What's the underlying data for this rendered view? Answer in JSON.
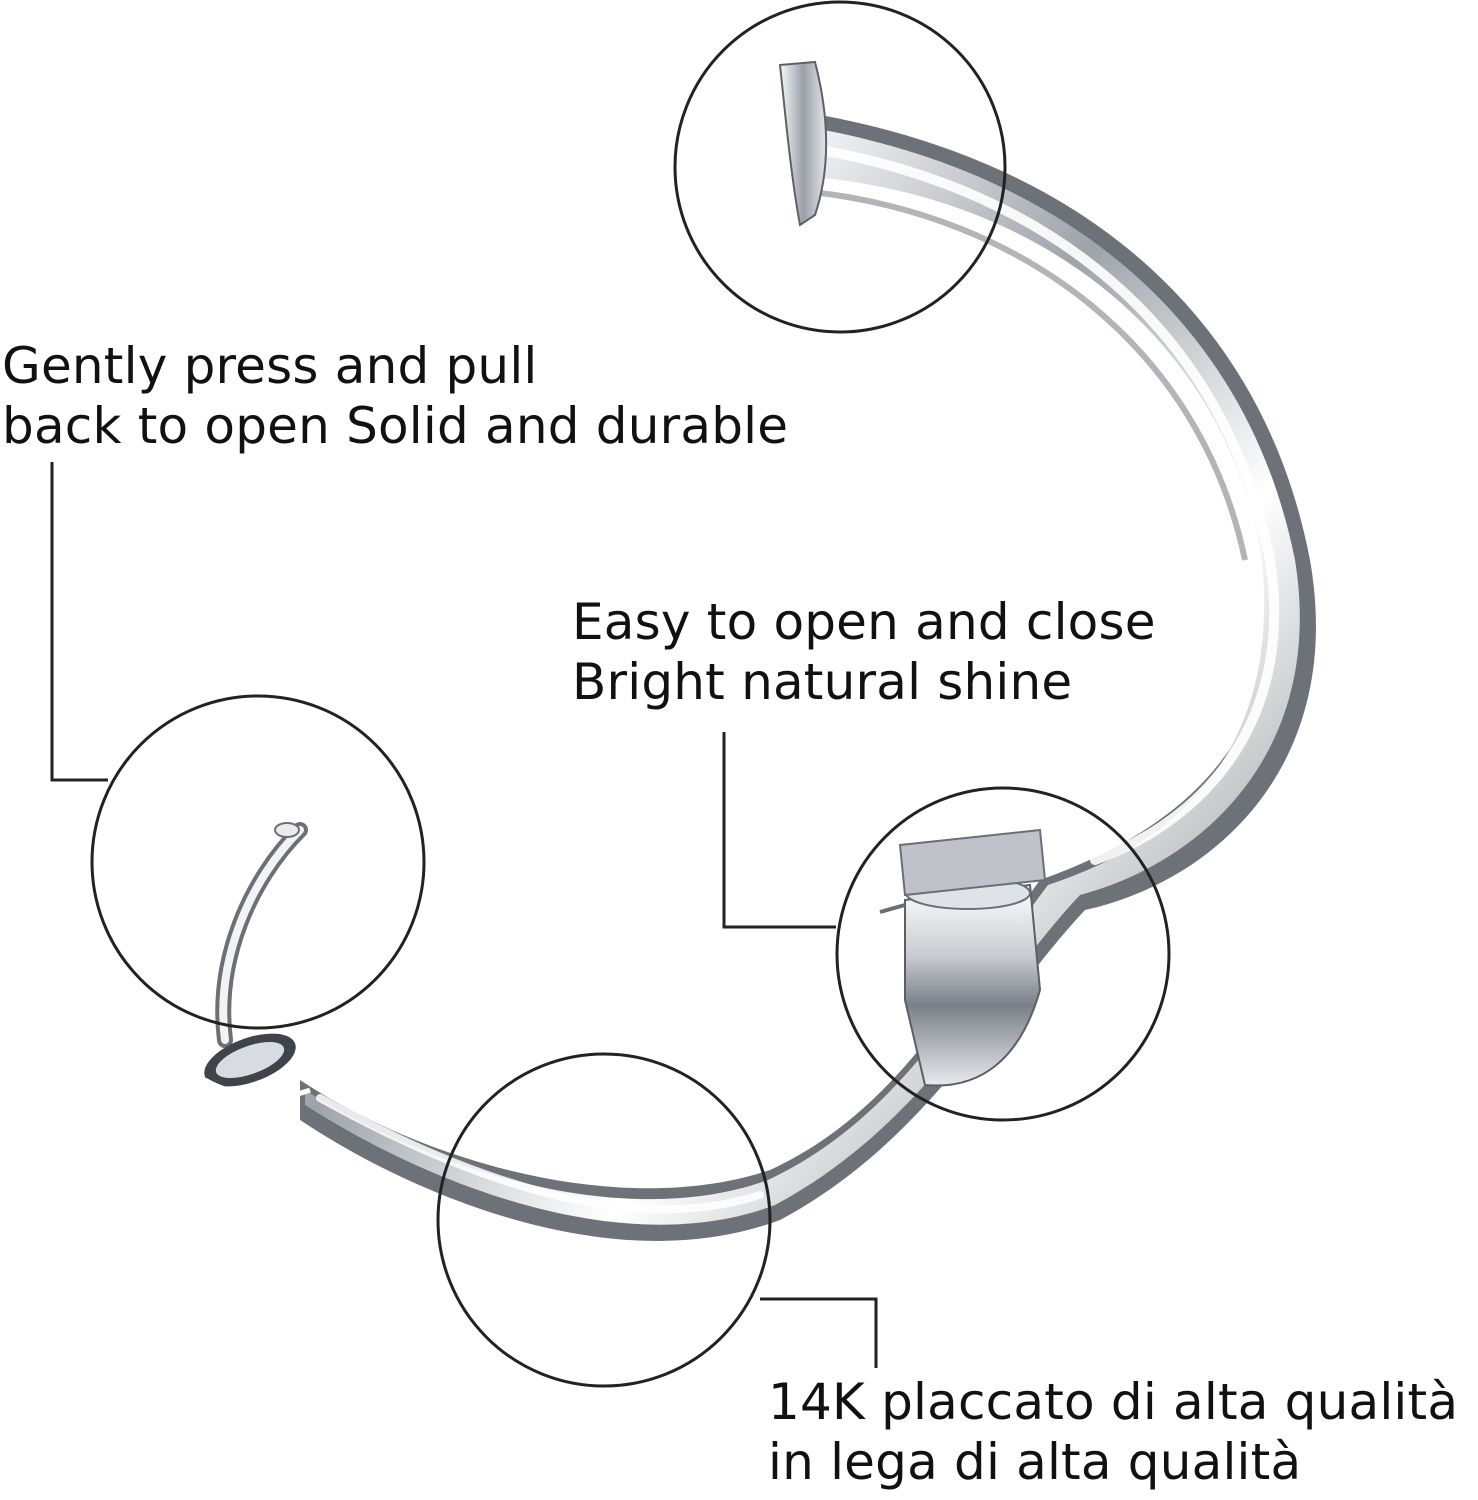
{
  "captions": {
    "open_feature": {
      "line1": "Gently press and pull",
      "line2": "back to open Solid and durable"
    },
    "shine_feature": {
      "line1": "Easy to open and close",
      "line2": "Bright natural shine"
    },
    "material_feature": {
      "line1": "14K placcato di alta qualità",
      "line2": "in lega di alta qualità"
    }
  },
  "colors": {
    "background": "#ffffff",
    "text": "#111111",
    "callout_line": "#222222",
    "metal_dark": "#5a5f66",
    "metal_mid": "#b9bdc3",
    "metal_light": "#f4f5f7"
  },
  "icons": {
    "product": "hinged-hoop-earring-icon",
    "magnifier": "detail-circle-icon"
  }
}
